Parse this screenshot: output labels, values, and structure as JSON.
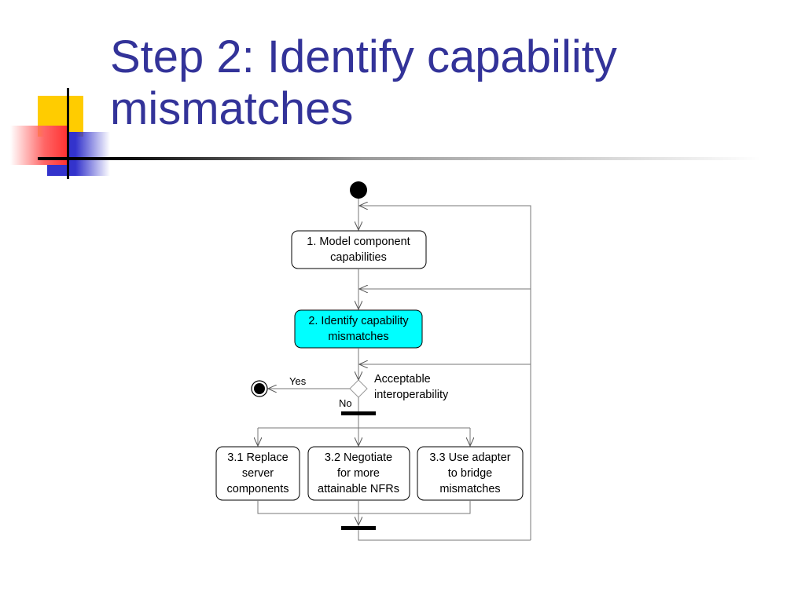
{
  "slide": {
    "title_line1": "Step 2: Identify capability",
    "title_line2": "mismatches"
  },
  "diagram": {
    "nodes": {
      "model_capabilities": [
        "1. Model component",
        "capabilities"
      ],
      "identify_mismatches": [
        "2. Identify capability",
        "mismatches"
      ],
      "replace_components": [
        "3.1 Replace",
        "server",
        "components"
      ],
      "negotiate_nfrs": [
        "3.2 Negotiate",
        "for more",
        "attainable NFRs"
      ],
      "use_adapter": [
        "3.3 Use adapter",
        "to bridge",
        "mismatches"
      ]
    },
    "decision": {
      "label": [
        "Acceptable",
        "interoperability"
      ],
      "yes_label": "Yes",
      "no_label": "No"
    },
    "colors": {
      "highlight_fill": "#00ffff",
      "title": "#333399"
    }
  }
}
